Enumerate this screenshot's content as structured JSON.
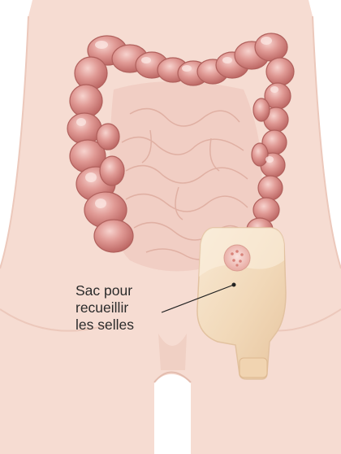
{
  "annotation": {
    "label_lines": [
      "Sac pour",
      "recueillir",
      "les selles"
    ]
  },
  "colors": {
    "skin": "#f6dcd2",
    "skin_shadow": "#ecc8bb",
    "colon": "#d98a87",
    "colon_dark": "#b8615f",
    "colon_highlight": "#f3c6c1",
    "intestine": "#efc9bf",
    "pouch": "#f3dcc0",
    "pouch_edge": "#e2c2a0",
    "stoma": "#e7a39a",
    "leader_line": "#222222"
  },
  "icons": [
    "colon-illustration",
    "small-intestine-illustration",
    "ostomy-pouch-illustration",
    "stoma-icon"
  ]
}
